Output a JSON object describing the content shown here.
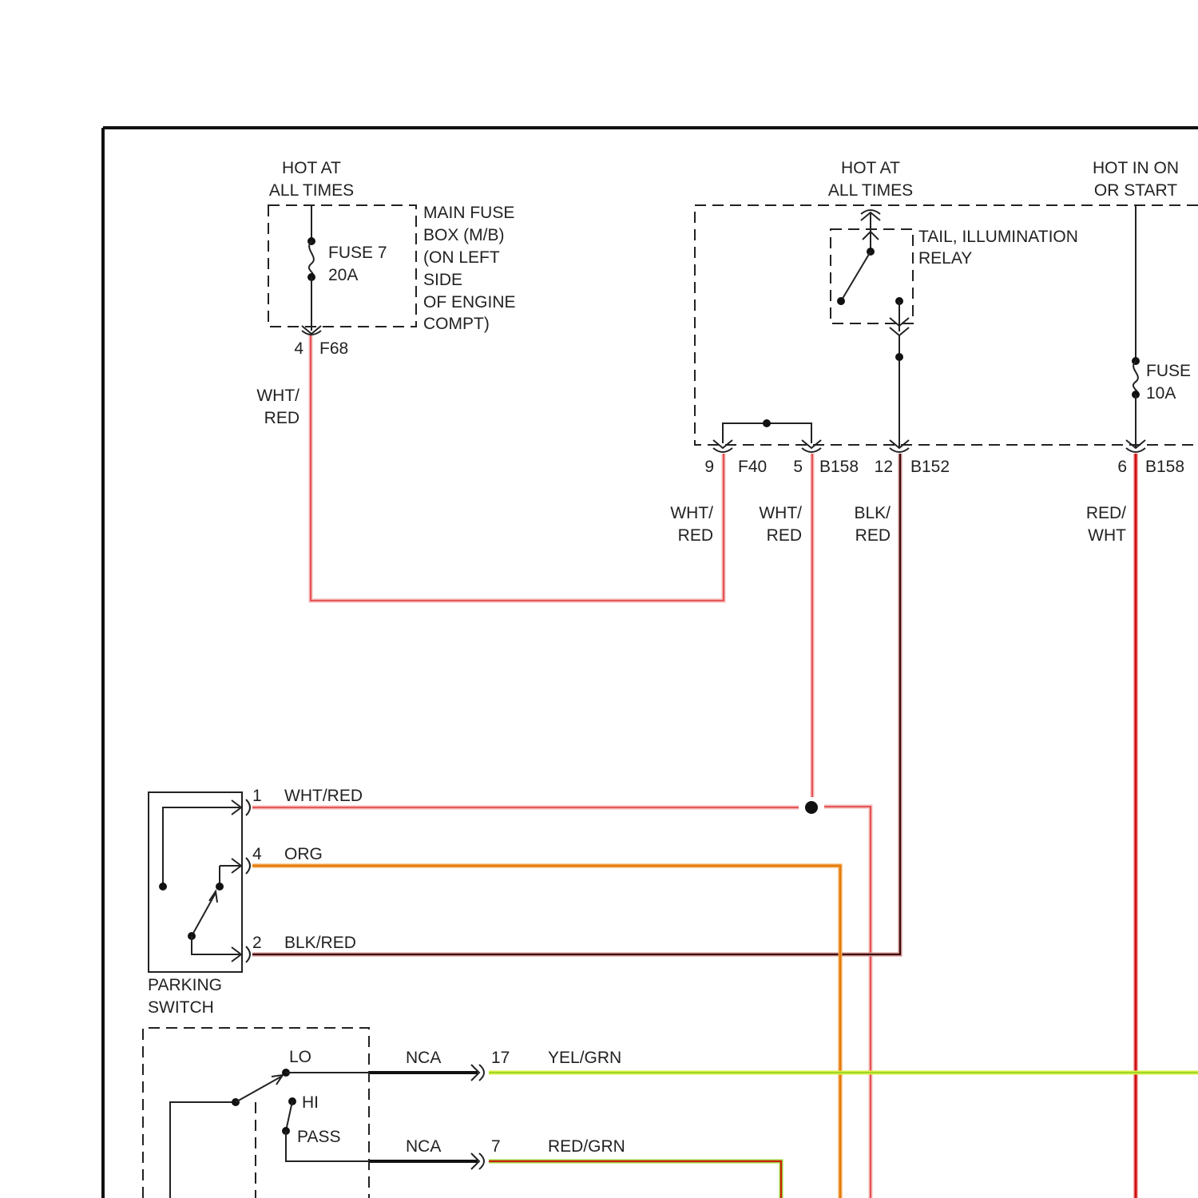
{
  "power": {
    "left_hot": [
      "HOT AT",
      "ALL TIMES"
    ],
    "mid_hot": [
      "HOT AT",
      "ALL TIMES"
    ],
    "right_hot": [
      "HOT IN ON",
      "OR START"
    ]
  },
  "main_fuse_box": {
    "lines": [
      "MAIN FUSE",
      "BOX (M/B)",
      "(ON LEFT",
      "SIDE",
      "OF ENGINE",
      "COMPT)"
    ],
    "fuse_name": "FUSE 7",
    "fuse_rating": "20A",
    "pin": "4",
    "connector": "F68"
  },
  "relay": {
    "lines": [
      "TAIL, ILLUMINATION",
      "RELAY"
    ]
  },
  "fuse_10a": {
    "name": "FUSE",
    "rating": "10A"
  },
  "connectors": [
    {
      "pin": "9",
      "id": "F40"
    },
    {
      "pin": "5",
      "id": "B158"
    },
    {
      "pin": "12",
      "id": "B152"
    },
    {
      "pin": "6",
      "id": "B158"
    }
  ],
  "wire_labels": {
    "fuse7_out": [
      "WHT/",
      "RED"
    ],
    "f40_9": [
      "WHT/",
      "RED"
    ],
    "b158_5": [
      "WHT/",
      "RED"
    ],
    "b152_12": [
      "BLK/",
      "RED"
    ],
    "b158_6": [
      "RED/",
      "WHT"
    ]
  },
  "parking_switch": {
    "label_lines": [
      "PARKING",
      "SWITCH"
    ],
    "pins": [
      {
        "pin": "1",
        "wire": "WHT/RED"
      },
      {
        "pin": "4",
        "wire": "ORG"
      },
      {
        "pin": "2",
        "wire": "BLK/RED"
      }
    ]
  },
  "headlight_switch": {
    "lo": "LO",
    "hi": "HI",
    "pass": "PASS",
    "rows": [
      {
        "nca": "NCA",
        "pin": "17",
        "wire": "YEL/GRN"
      },
      {
        "nca": "NCA",
        "pin": "7",
        "wire": "RED/GRN"
      }
    ]
  },
  "colors": {
    "wht_red": "#e03a3a",
    "red_wht": "#d92020",
    "blk_red": "#5a1010",
    "org": "#e8891a",
    "yel_grn": "#a6e22e",
    "red_grn": "#cc2b14",
    "black": "#111111"
  }
}
